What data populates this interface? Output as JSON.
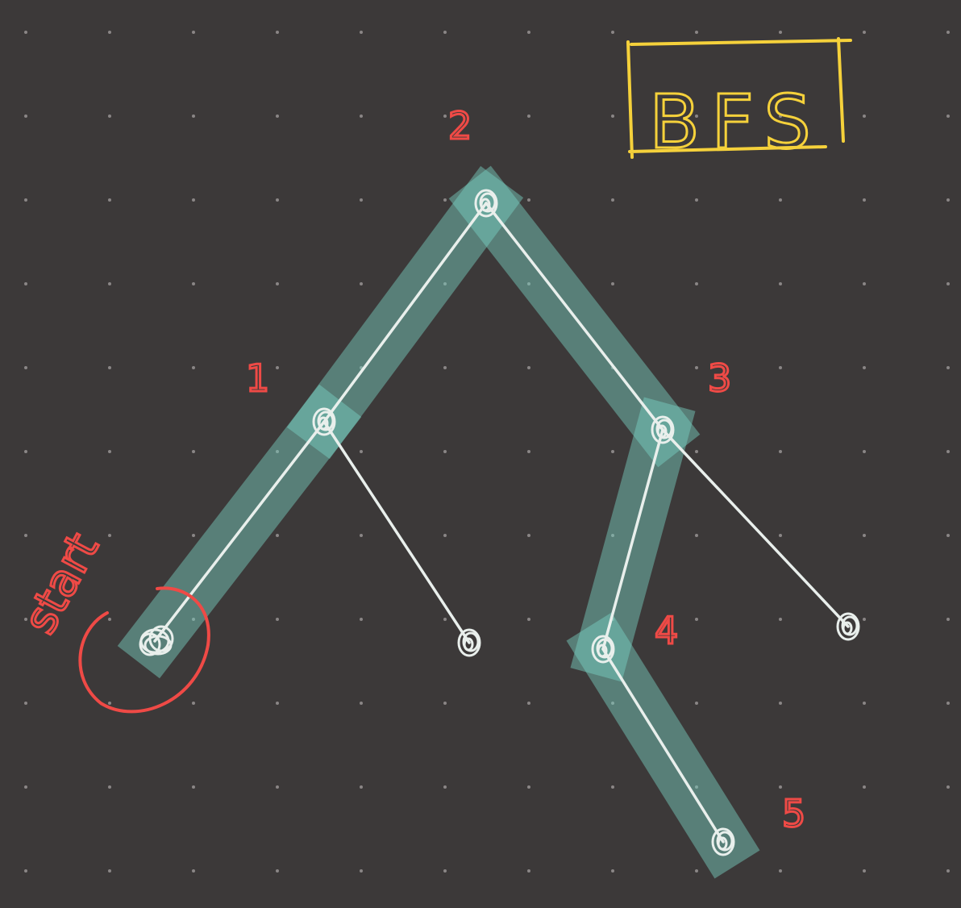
{
  "title": "BFS",
  "start_label": "start",
  "node_labels": [
    "1",
    "2",
    "3",
    "4",
    "5"
  ],
  "colors": {
    "background": "#3c3939",
    "grid_dot": "#8a8686",
    "title": "#f5d13b",
    "annotation": "#ef4a46",
    "edge": "#e9efec",
    "highlight": "#79d4c6"
  },
  "nodes": [
    {
      "id": "start"
    },
    {
      "id": "n1"
    },
    {
      "id": "n2"
    },
    {
      "id": "n3"
    },
    {
      "id": "n4"
    },
    {
      "id": "n5"
    },
    {
      "id": "leaf-a"
    },
    {
      "id": "leaf-b"
    }
  ],
  "edges": [
    {
      "from": "start",
      "to": "n1",
      "highlighted": true
    },
    {
      "from": "n1",
      "to": "n2",
      "highlighted": true
    },
    {
      "from": "n2",
      "to": "n3",
      "highlighted": true
    },
    {
      "from": "n3",
      "to": "n4",
      "highlighted": true
    },
    {
      "from": "n4",
      "to": "n5",
      "highlighted": true
    },
    {
      "from": "n1",
      "to": "leaf-a",
      "highlighted": false
    },
    {
      "from": "n3",
      "to": "leaf-b",
      "highlighted": false
    }
  ]
}
